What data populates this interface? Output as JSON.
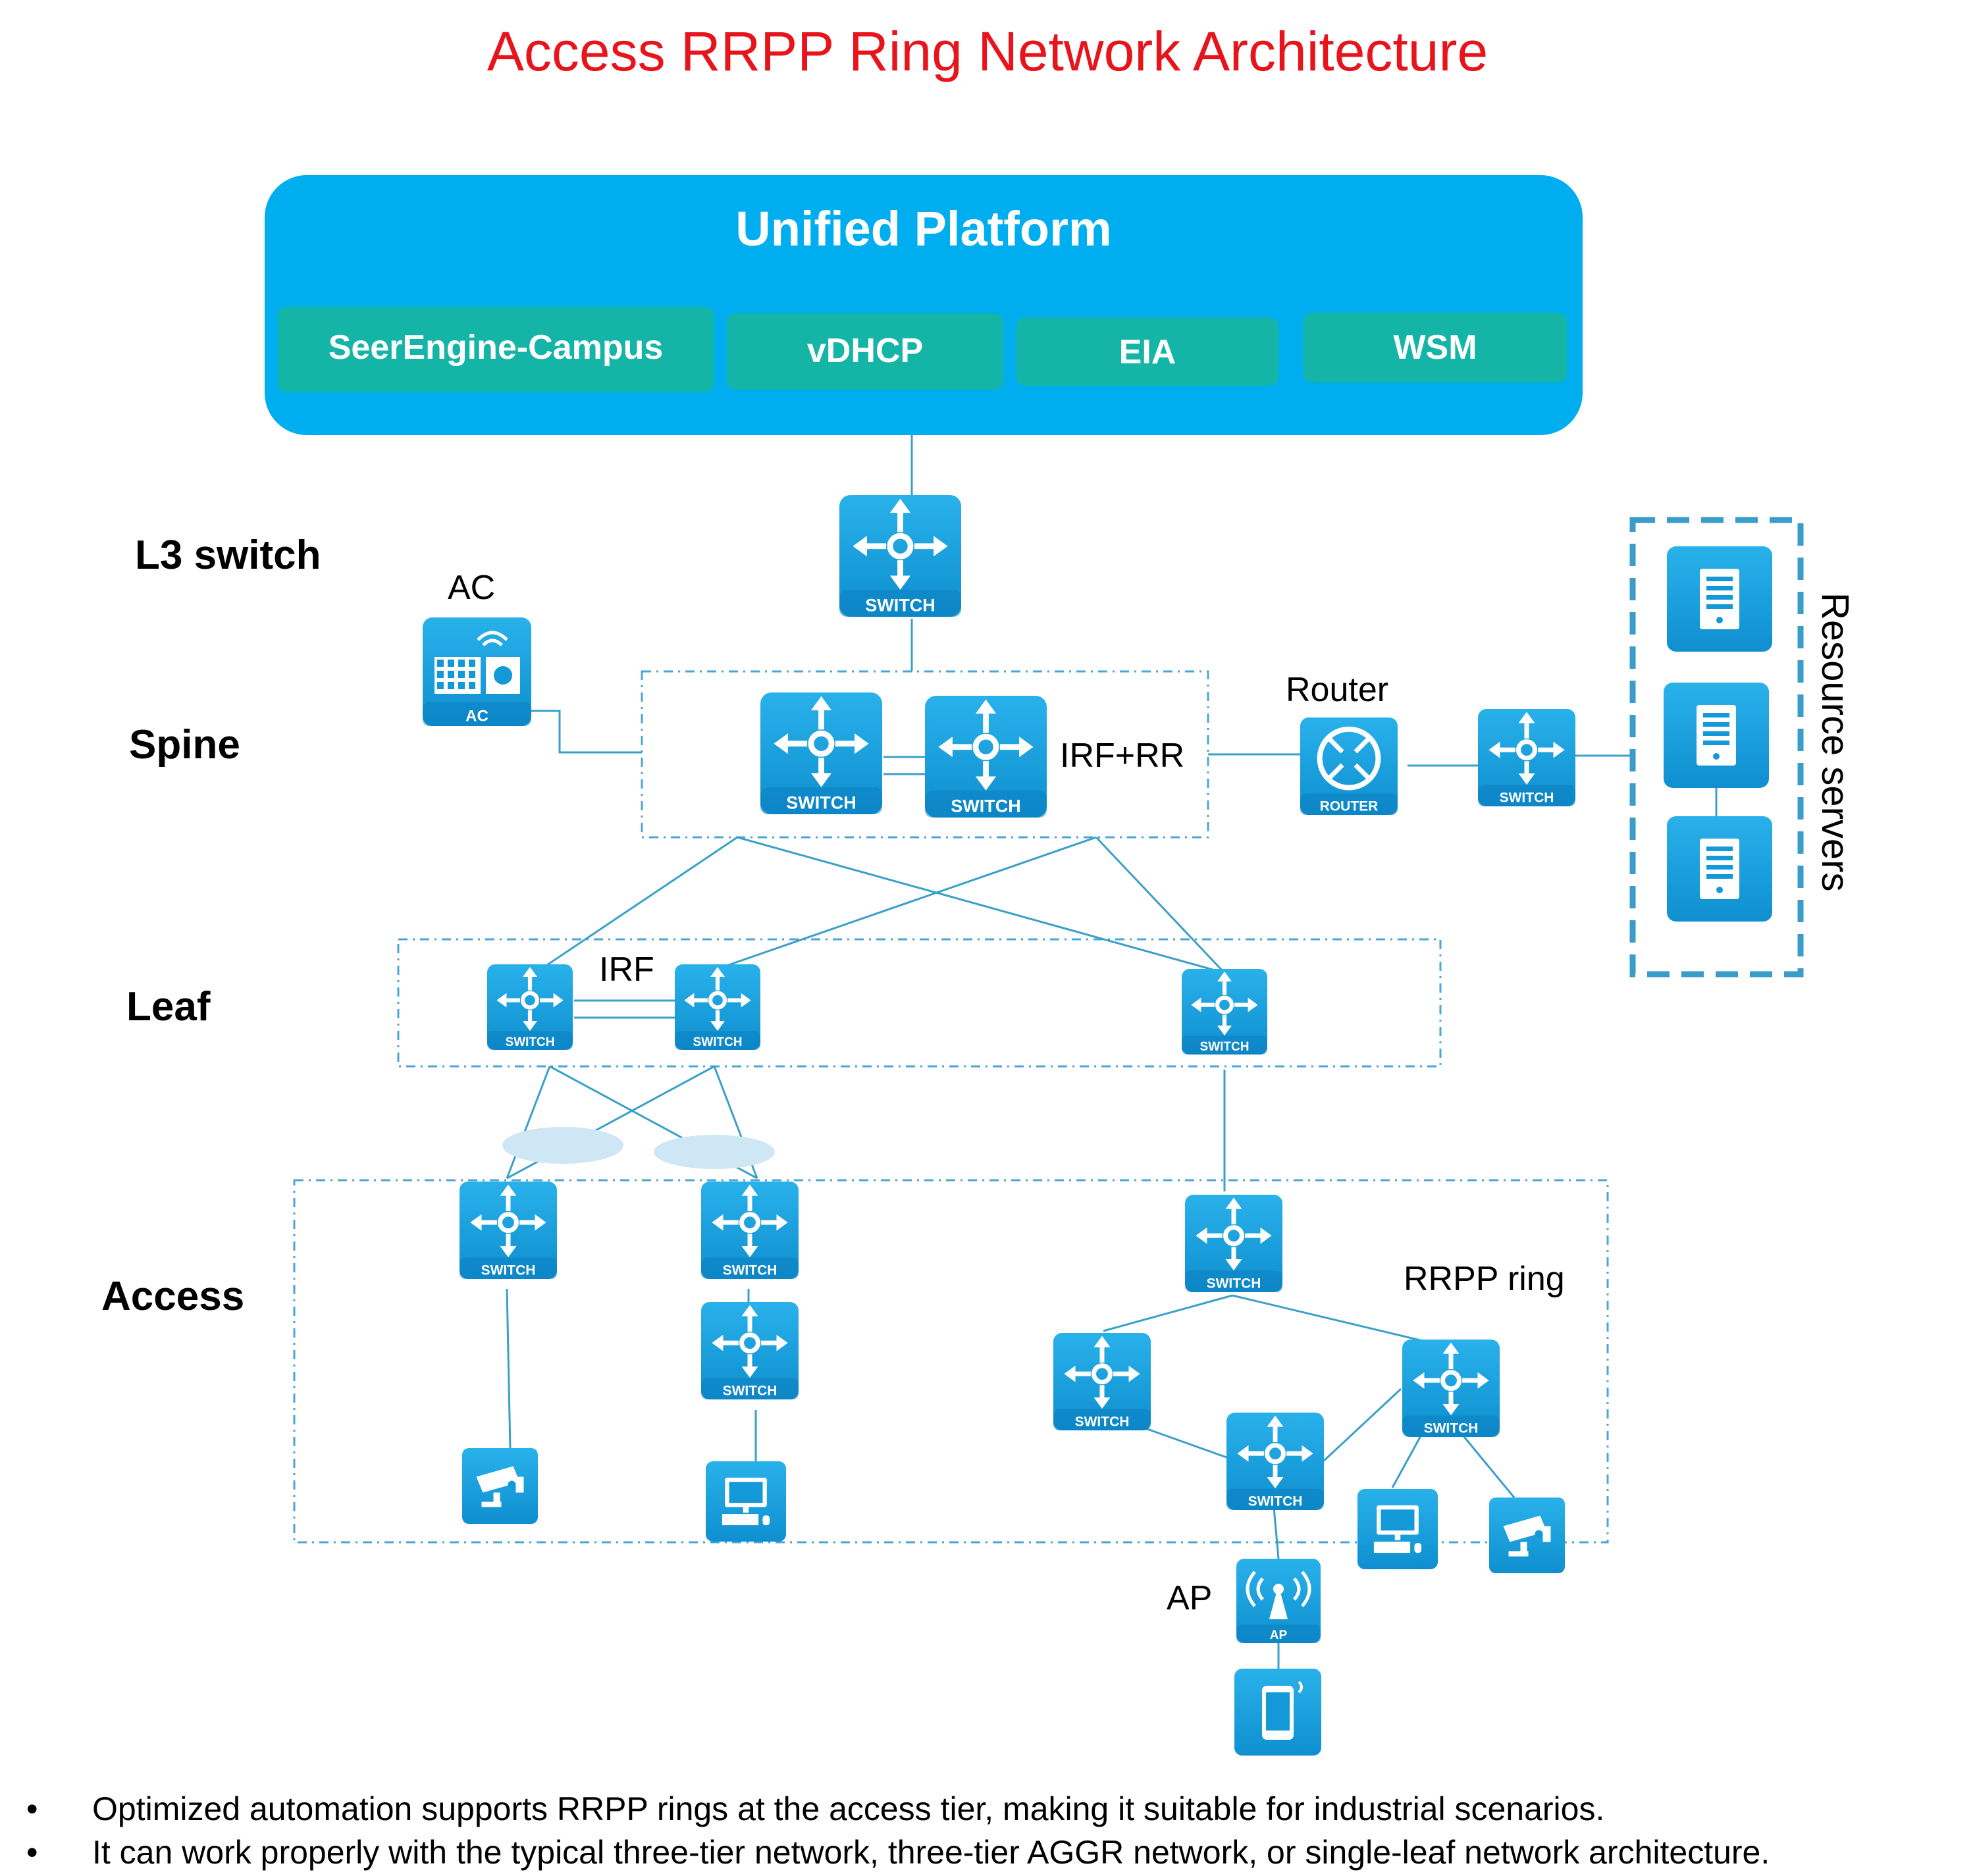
{
  "title": "Access RRPP Ring Network Architecture",
  "platform": {
    "title": "Unified Platform",
    "modules": [
      "SeerEngine-Campus",
      "vDHCP",
      "EIA",
      "WSM"
    ]
  },
  "tiers": {
    "l3": "L3 switch",
    "spine": "Spine",
    "leaf": "Leaf",
    "access": "Access"
  },
  "labels": {
    "ac": "AC",
    "irf_rr": "IRF+RR",
    "router": "Router",
    "irf": "IRF",
    "rrpp_ring": "RRPP ring",
    "ap": "AP",
    "resource_servers": "Resource servers"
  },
  "icon_text": {
    "switch": "SWITCH",
    "router": "ROUTER",
    "ac": "AC",
    "ap": "AP"
  },
  "bullets": [
    "Optimized automation supports RRPP rings at the access tier, making it suitable for industrial scenarios.",
    "It can work properly with the typical three-tier network, three-tier AGGR network, or single-leaf network architecture."
  ],
  "colors": {
    "title": "#e8141b",
    "platform": "#00aeef",
    "module": "#14b5a6",
    "icon": "#1499d8",
    "line": "#3aa0c8",
    "dash_box": "#4aa6d6"
  }
}
